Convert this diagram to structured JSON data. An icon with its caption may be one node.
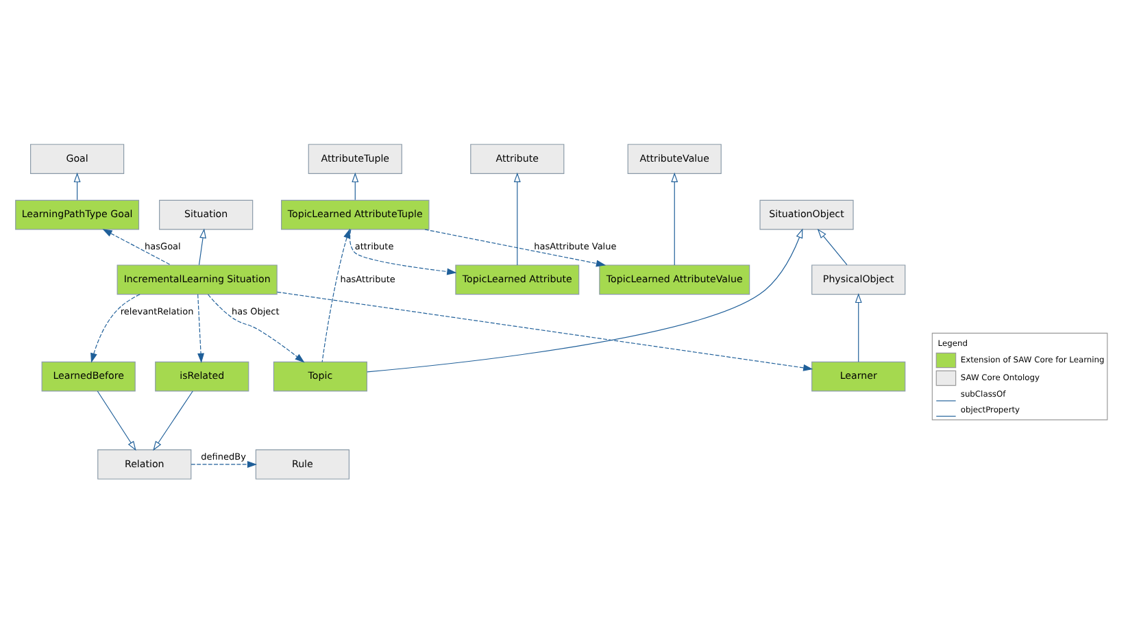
{
  "diagram": {
    "nodes": [
      {
        "text": [
          "Attribute"
        ]
      },
      {
        "text": [
          "AttributeTuple"
        ]
      },
      {
        "text": [
          "AttributeValue"
        ]
      },
      {
        "text": [
          "Goal"
        ]
      },
      {
        "text": [
          "TopicLearned Attribute"
        ]
      },
      {
        "text": [
          "TopicLearned AttributeTuple"
        ]
      },
      {
        "text": [
          "TopicLearned AttributeValue"
        ]
      },
      {
        "text": [
          "Situation"
        ]
      },
      {
        "text": [
          "LearningPathType Goal"
        ]
      },
      {
        "text": [
          "SituationObject"
        ]
      },
      {
        "text": [
          "Topic"
        ]
      },
      {
        "text": [
          "PhysicalObject"
        ]
      },
      {
        "text": [
          "Learner"
        ]
      },
      {
        "text": [
          "IncrementalLearning Situation"
        ]
      },
      {
        "text": [
          "isRelated"
        ]
      },
      {
        "text": [
          "LearnedBefore"
        ]
      },
      {
        "text": [
          "Relation"
        ]
      },
      {
        "text": [
          "Rule"
        ]
      }
    ],
    "edges": [
      {
        "from": 4,
        "to": 0,
        "arrow": "to"
      },
      {
        "from": 5,
        "to": 1,
        "arrow": "to"
      },
      {
        "from": 6,
        "to": 2,
        "arrow": "to"
      },
      {
        "from": 8,
        "to": 3,
        "arrow": "to"
      },
      {
        "from": 5,
        "to": 4,
        "arrow": "to",
        "style": "dashed",
        "label": "attribute"
      },
      {
        "from": 5,
        "to": 6,
        "arrow": "to",
        "style": "dashed",
        "label": "hasAttribute Value"
      },
      {
        "from": 10,
        "to": 5,
        "arrow": "to",
        "style": "dashed",
        "label": "hasAttribute"
      },
      {
        "from": 10,
        "to": 9,
        "arrow": "to"
      },
      {
        "from": 11,
        "to": 9,
        "arrow": "to"
      },
      {
        "from": 12,
        "to": 11,
        "arrow": "to"
      },
      {
        "from": 13,
        "to": 7,
        "arrow": "to"
      },
      {
        "from": 13,
        "to": 8,
        "arrow": "to",
        "style": "dashed",
        "label": "hasGoal"
      },
      {
        "from": 13,
        "to": 10,
        "arrow": "to",
        "style": "dashed",
        "label": "has Object"
      },
      {
        "from": 13,
        "to": 12,
        "arrow": "to",
        "style": "dashed"
      },
      {
        "from": 13,
        "to": 14,
        "arrow": "to",
        "style": "dashed"
      },
      {
        "from": 13,
        "to": 15,
        "arrow": "to",
        "style": "dashed",
        "label": "relevantRelation"
      },
      {
        "from": 14,
        "to": 16,
        "arrow": "to"
      },
      {
        "from": 15,
        "to": 16,
        "arrow": "to"
      },
      {
        "from": 16,
        "to": 17,
        "arrow": "to",
        "style": "dashed",
        "label": "definedBy"
      }
    ],
    "labels": [
      "Legend"
    ],
    "legend": [
      {
        "text": "Extension of SAW Core for Learning",
        "color": "#a5d94f"
      },
      {
        "text": "SAW Core Ontology",
        "color": "#ebebeb"
      },
      {
        "text": "subClassOf"
      },
      {
        "text": "objectProperty"
      }
    ]
  }
}
